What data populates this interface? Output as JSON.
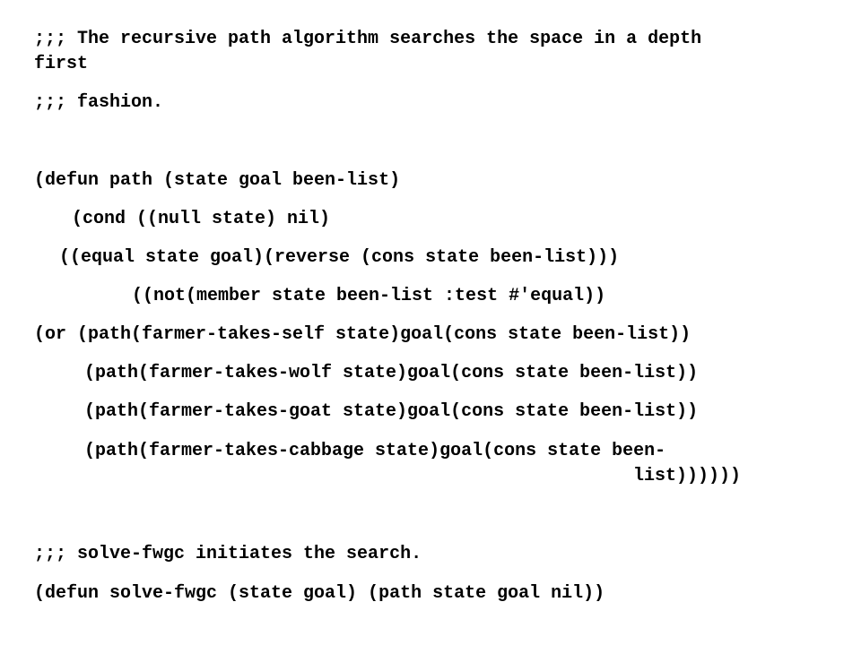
{
  "document": {
    "lines": [
      ";;; The recursive path algorithm searches the space in a depth",
      "first",
      ";;; fashion.",
      "(defun path (state goal been-list)",
      "(cond ((null state) nil)",
      "((equal state goal)(reverse (cons state been-list)))",
      "((not(member state been-list :test #'equal))",
      "(or (path(farmer-takes-self state)goal(cons state been-list))",
      "(path(farmer-takes-wolf state)goal(cons state been-list))",
      "(path(farmer-takes-goat state)goal(cons state been-list))",
      "(path(farmer-takes-cabbage state)goal(cons state been-",
      "list))))))",
      ";;; solve-fwgc initiates the search.",
      "(defun solve-fwgc (state goal) (path state goal nil))"
    ]
  },
  "colors": {
    "text": "#000000",
    "background": "#ffffff"
  }
}
